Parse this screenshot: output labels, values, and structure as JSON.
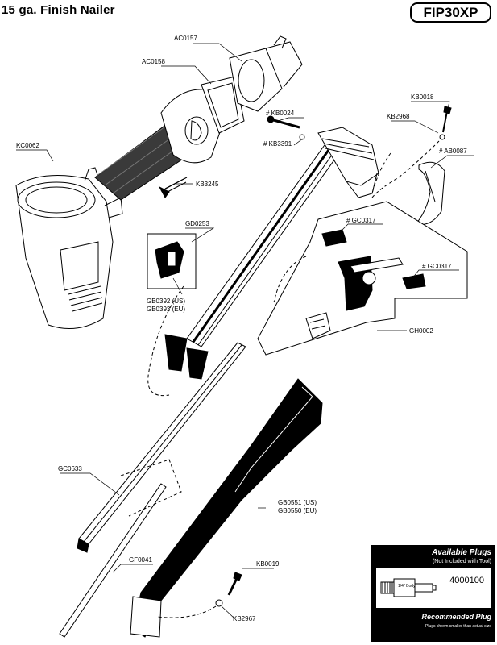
{
  "header": {
    "title": "15 ga. Finish Nailer",
    "model": "FIP30XP"
  },
  "parts": {
    "ac0157": "AC0157",
    "ac0158": "AC0158",
    "kc0062": "KC0062",
    "kb3245": "KB3245",
    "kb0024": "# KB0024",
    "kb3391": "# KB3391",
    "kb0018": "KB0018",
    "kb2968": "KB2968",
    "ab0087": "# AB0087",
    "gd0253": "GD0253",
    "gb0392": "GB0392 (US)",
    "gb0393": "GB0393 (EU)",
    "gc0317a": "# GC0317",
    "gc0317b": "# GC0317",
    "gh0002": "GH0002",
    "gc0633": "GC0633",
    "gb0551": "GB0551 (US)",
    "gb0550": "GB0550 (EU)",
    "gf0041": "GF0041",
    "kb0019": "KB0019",
    "kb2967": "KB2967"
  },
  "plugs": {
    "title": "Available Plugs",
    "subtitle": "(Not Included with Tool)",
    "part_number": "4000100",
    "body_label": "1/4\" Body",
    "recommended": "Recommended Plug",
    "note": "Plugs shown smaller than actual size"
  }
}
